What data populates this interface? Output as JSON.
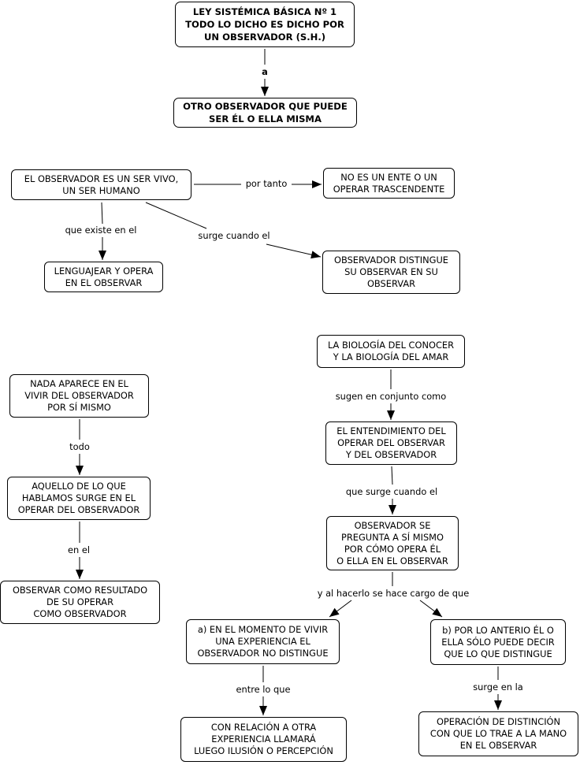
{
  "nodes": {
    "n1": "LEY SISTÉMICA BÁSICA Nº 1\nTODO LO DICHO ES DICHO POR\nUN OBSERVADOR (S.H.)",
    "n2": "OTRO OBSERVADOR QUE PUEDE\nSER ÉL O ELLA MISMA",
    "n3": "EL OBSERVADOR ES UN SER VIVO,\nUN SER HUMANO",
    "n4": "NO ES UN ENTE O UN\nOPERAR TRASCENDENTE",
    "n5": "LENGUAJEAR Y OPERA\nEN EL OBSERVAR",
    "n6": "OBSERVADOR DISTINGUE\nSU OBSERVAR EN SU\nOBSERVAR",
    "n7": "NADA APARECE EN EL\nVIVIR DEL OBSERVADOR\nPOR SÍ MISMO",
    "n8": "AQUELLO DE LO QUE\nHABLAMOS SURGE EN EL\nOPERAR DEL OBSERVADOR",
    "n9": "OBSERVAR COMO RESULTADO\nDE SU OPERAR\nCOMO OBSERVADOR",
    "n10": "LA BIOLOGÍA DEL CONOCER\nY LA BIOLOGÍA DEL AMAR",
    "n11": "EL ENTENDIMIENTO DEL\nOPERAR DEL OBSERVAR\nY DEL OBSERVADOR",
    "n12": "OBSERVADOR SE\nPREGUNTA A SÍ MISMO\nPOR CÓMO OPERA ÉL\nO ELLA EN EL OBSERVAR",
    "n13": "a) EN EL MOMENTO DE VIVIR\nUNA EXPERIENCIA EL\nOBSERVADOR NO DISTINGUE",
    "n14": "b) POR LO ANTERIO ÉL O\nELLA SÓLO PUEDE DECIR\nQUE LO QUE DISTINGUE",
    "n15": "CON RELACIÓN A OTRA\nEXPERIENCIA LLAMARÁ\nLUEGO ILUSIÓN O PERCEPCIÓN",
    "n16": "OPERACIÓN DE DISTINCIÓN\nCON QUE LO TRAE A LA MANO\nEN EL OBSERVAR"
  },
  "links": {
    "l1": "a",
    "l2": "por tanto",
    "l3": "que existe en el",
    "l4": "surge cuando el",
    "l5": "todo",
    "l6": "en el",
    "l7": "sugen en conjunto como",
    "l8": "que surge cuando el",
    "l9": "y al hacerlo se hace cargo de que",
    "l10": "entre lo que",
    "l11": "surge en la"
  }
}
